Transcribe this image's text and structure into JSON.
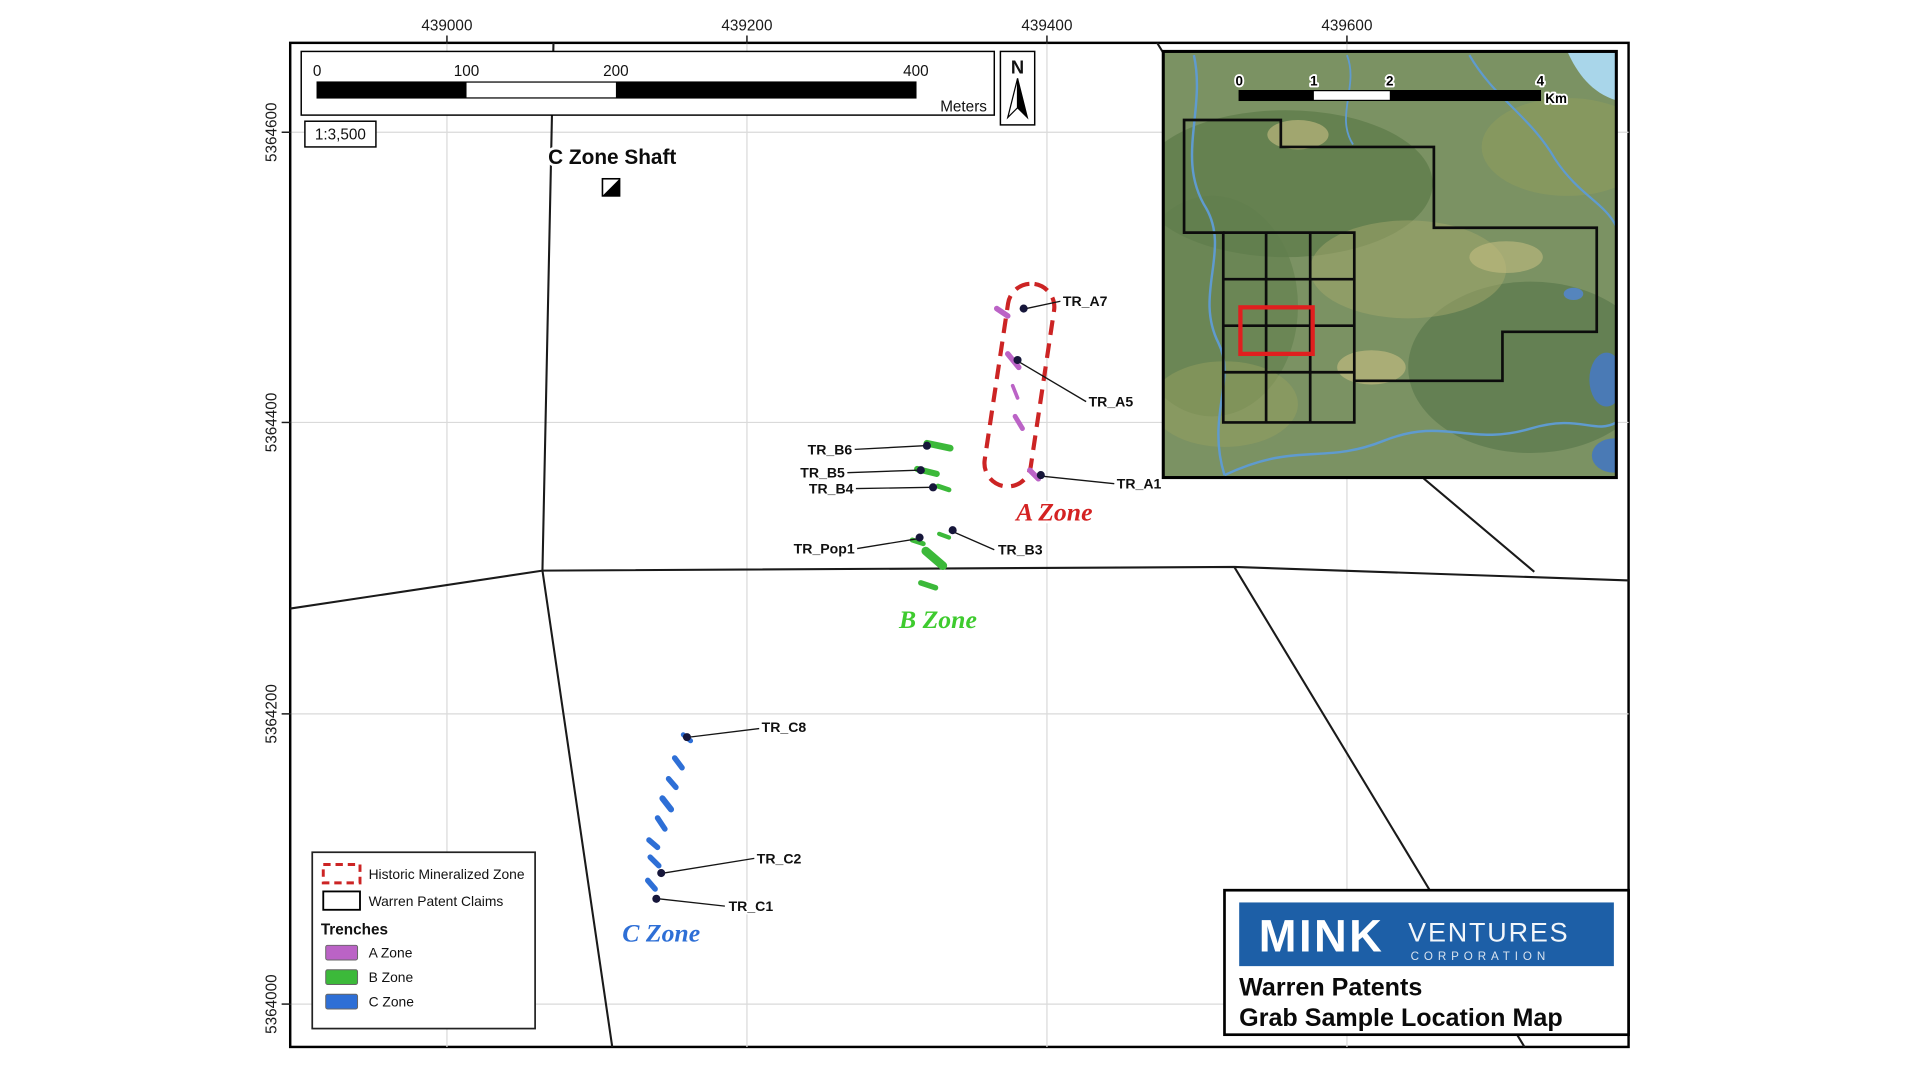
{
  "axes": {
    "top": [
      "439000",
      "439200",
      "439400",
      "439600"
    ],
    "left": [
      "5364600",
      "5364400",
      "5364200",
      "5364000"
    ]
  },
  "scalebar": {
    "ticks": [
      "0",
      "100",
      "200",
      "400"
    ],
    "unit": "Meters",
    "ratio": "1:3,500"
  },
  "north_label": "N",
  "shaft_label": "C Zone Shaft",
  "zone_labels": {
    "a": "A Zone",
    "b": "B Zone",
    "c": "C Zone"
  },
  "samples": {
    "a7": "TR_A7",
    "a5": "TR_A5",
    "a1": "TR_A1",
    "b6": "TR_B6",
    "b5": "TR_B5",
    "b4": "TR_B4",
    "pop1": "TR_Pop1",
    "b3": "TR_B3",
    "c8": "TR_C8",
    "c2": "TR_C2",
    "c1": "TR_C1"
  },
  "inset": {
    "ticks": [
      "0",
      "1",
      "2",
      "4"
    ],
    "unit": "Km"
  },
  "legend": {
    "historic": "Historic Mineralized Zone",
    "claims": "Warren Patent Claims",
    "trenches": "Trenches",
    "zone_a": "A Zone",
    "zone_b": "B Zone",
    "zone_c": "C Zone"
  },
  "title_block": {
    "logo_main": "MINK",
    "logo_sub": "VENTURES",
    "logo_small": "CORPORATION",
    "line1": "Warren Patents",
    "line2": "Grab Sample Location Map"
  },
  "colors": {
    "trench_a": "#bb63c6",
    "trench_b": "#3cb93a",
    "trench_c": "#2e6fd6",
    "historic_zone": "#cc2424",
    "zone_a_text": "#d42222",
    "zone_b_text": "#3ecb2e",
    "zone_c_text": "#2e6fd6",
    "logo_blue": "#1d5fa7"
  }
}
